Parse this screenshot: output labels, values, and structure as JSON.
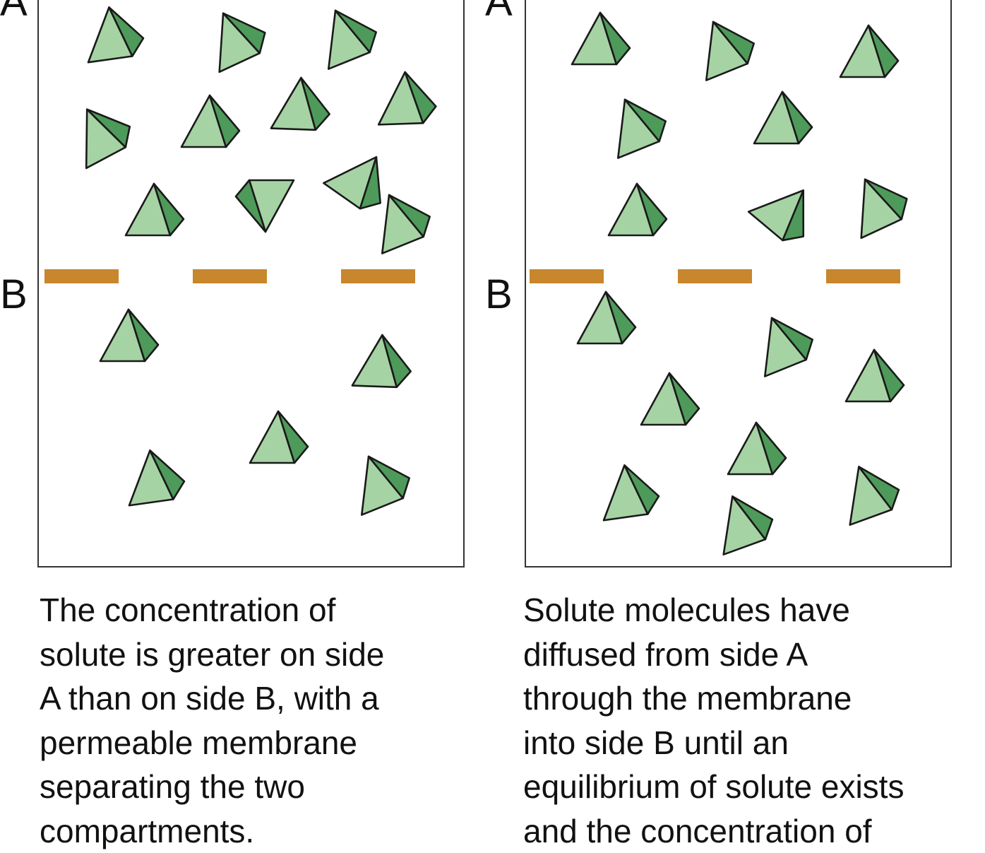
{
  "panels": [
    {
      "side_a_label": "A",
      "side_b_label": "B",
      "caption": "The concentration of\nsolute is greater on side\nA than on side B, with a\npermeable membrane\nseparating the two\ncompartments."
    },
    {
      "side_a_label": "A",
      "side_b_label": "B",
      "caption": "Solute molecules have\ndiffused from side A\nthrough the membrane\ninto side B until an\nequilibrium of solute exists\nand the concentration of"
    }
  ],
  "colors": {
    "molecule_light": "#a6d3a4",
    "molecule_dark": "#4e9a5a",
    "molecule_outline": "#1a1a1a",
    "membrane": "#c8862d"
  },
  "icons": {
    "molecule": "tetrahedron-icon"
  }
}
